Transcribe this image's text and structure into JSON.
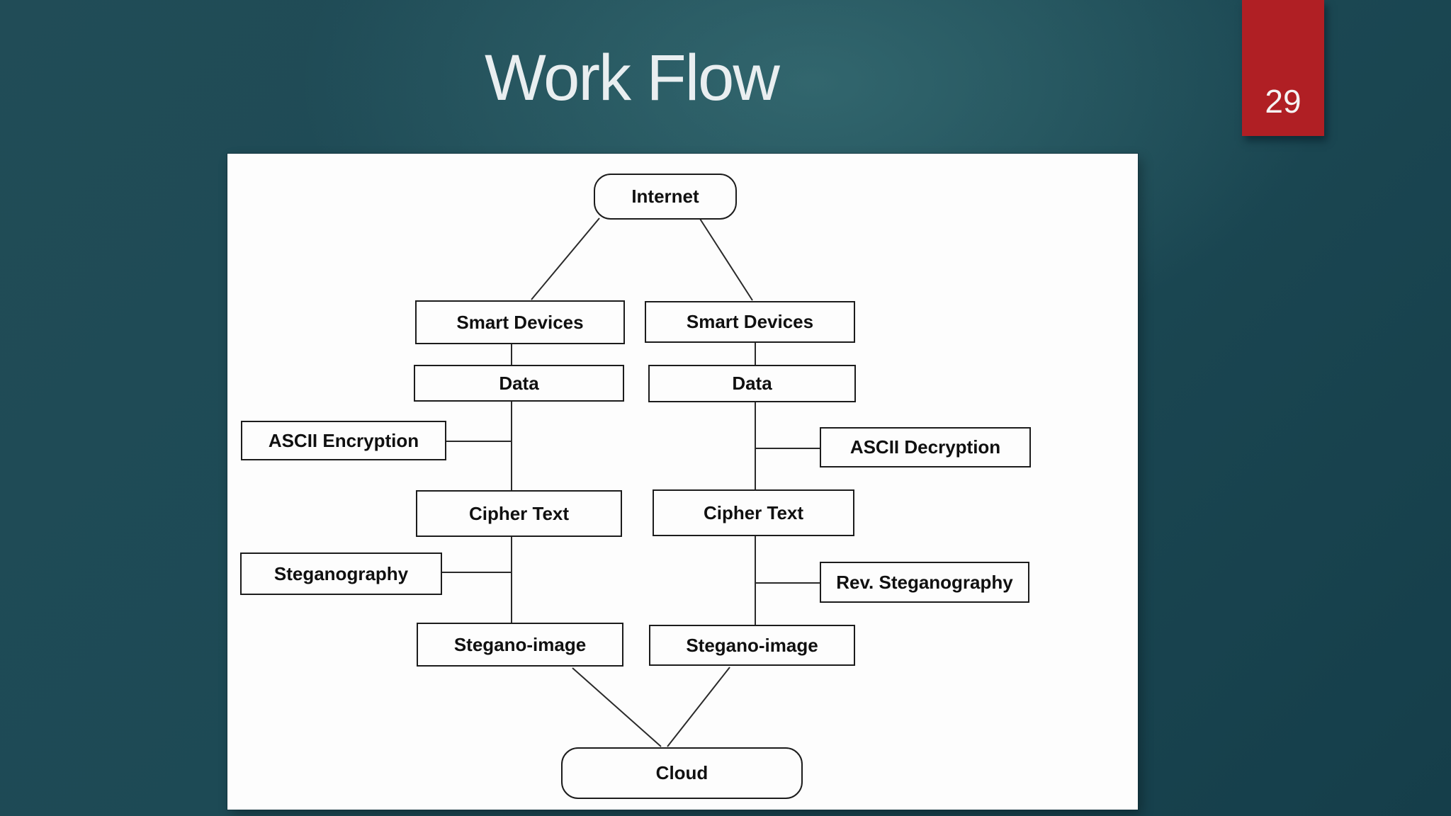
{
  "slide": {
    "title": "Work Flow",
    "page_number": "29",
    "accent_color": "#b01f24",
    "background_color": "#1d4a55",
    "panel_color": "#fdfdfd"
  },
  "diagram": {
    "nodes": [
      {
        "id": "internet",
        "label": "Internet",
        "shape": "rounded"
      },
      {
        "id": "smart_devices_left",
        "label": "Smart Devices",
        "shape": "rect"
      },
      {
        "id": "smart_devices_right",
        "label": "Smart Devices",
        "shape": "rect"
      },
      {
        "id": "data_left",
        "label": "Data",
        "shape": "rect"
      },
      {
        "id": "data_right",
        "label": "Data",
        "shape": "rect"
      },
      {
        "id": "ascii_encryption",
        "label": "ASCII Encryption",
        "shape": "rect"
      },
      {
        "id": "ascii_decryption",
        "label": "ASCII Decryption",
        "shape": "rect"
      },
      {
        "id": "cipher_text_left",
        "label": "Cipher Text",
        "shape": "rect"
      },
      {
        "id": "cipher_text_right",
        "label": "Cipher Text",
        "shape": "rect"
      },
      {
        "id": "steganography",
        "label": "Steganography",
        "shape": "rect"
      },
      {
        "id": "rev_steganography",
        "label": "Rev. Steganography",
        "shape": "rect"
      },
      {
        "id": "stegano_image_left",
        "label": "Stegano-image",
        "shape": "rect"
      },
      {
        "id": "stegano_image_right",
        "label": "Stegano-image",
        "shape": "rect"
      },
      {
        "id": "cloud",
        "label": "Cloud",
        "shape": "rounded"
      }
    ],
    "edges": [
      {
        "from": "internet",
        "to": "smart_devices_left"
      },
      {
        "from": "internet",
        "to": "smart_devices_right"
      },
      {
        "from": "smart_devices_left",
        "to": "data_left"
      },
      {
        "from": "data_left",
        "to": "cipher_text_left"
      },
      {
        "from": "ascii_encryption",
        "to": "data_left_cipher_text_left_link"
      },
      {
        "from": "cipher_text_left",
        "to": "stegano_image_left"
      },
      {
        "from": "steganography",
        "to": "cipher_text_left_stegano_image_left_link"
      },
      {
        "from": "stegano_image_left",
        "to": "cloud"
      },
      {
        "from": "smart_devices_right",
        "to": "data_right"
      },
      {
        "from": "data_right",
        "to": "cipher_text_right"
      },
      {
        "from": "ascii_decryption",
        "to": "data_right_cipher_text_right_link"
      },
      {
        "from": "cipher_text_right",
        "to": "stegano_image_right"
      },
      {
        "from": "rev_steganography",
        "to": "cipher_text_right_stegano_image_right_link"
      },
      {
        "from": "stegano_image_right",
        "to": "cloud"
      }
    ]
  }
}
